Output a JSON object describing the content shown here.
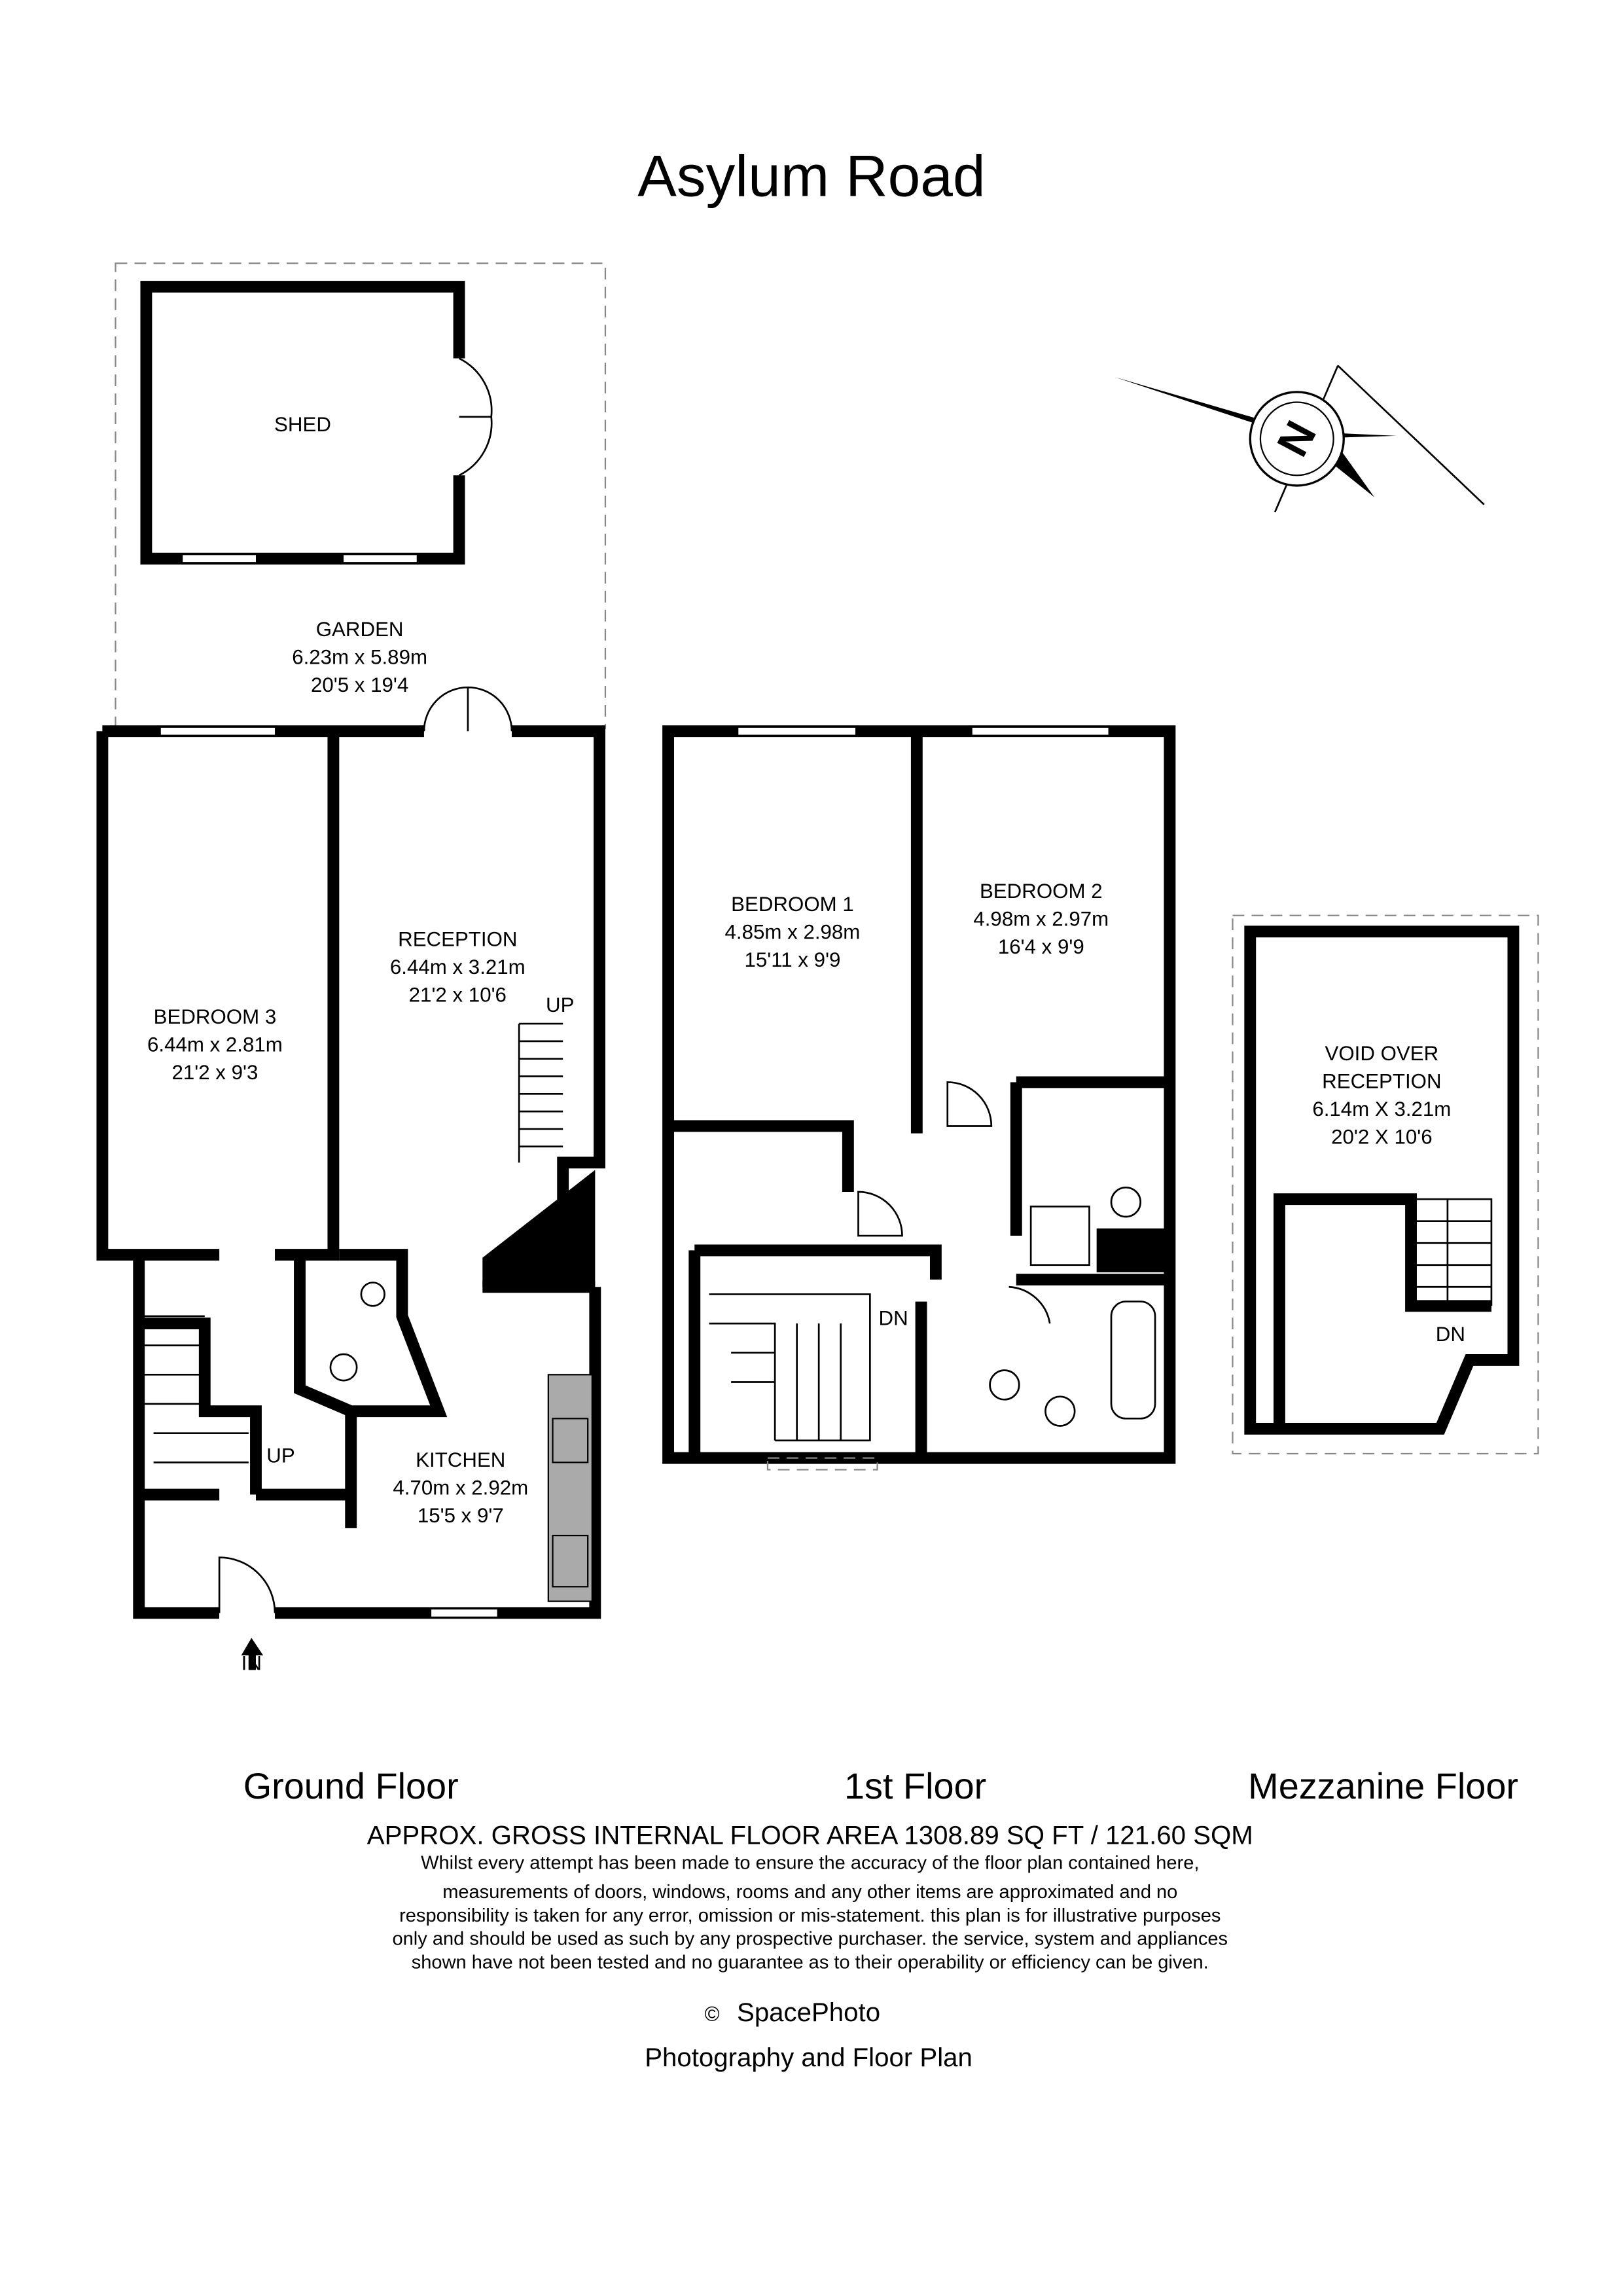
{
  "title": "Asylum Road",
  "ground_floor": {
    "label": "Ground Floor",
    "rooms": {
      "shed": {
        "name": "SHED"
      },
      "garden": {
        "name": "GARDEN",
        "metric": "6.23m x 5.89m",
        "imperial": "20'5 x 19'4"
      },
      "bedroom3": {
        "name": "BEDROOM 3",
        "metric": "6.44m x 2.81m",
        "imperial": "21'2 x 9'3"
      },
      "reception": {
        "name": "RECEPTION",
        "metric": "6.44m x 3.21m",
        "imperial": "21'2 x 10'6"
      },
      "kitchen": {
        "name": "KITCHEN",
        "metric": "4.70m x 2.92m",
        "imperial": "15'5 x 9'7"
      }
    },
    "stairs_up_reception": "UP",
    "stairs_up_hall": "UP",
    "entrance": "IN"
  },
  "first_floor": {
    "label": "1st Floor",
    "rooms": {
      "bedroom1": {
        "name": "BEDROOM 1",
        "metric": "4.85m x 2.98m",
        "imperial": "15'11 x 9'9"
      },
      "bedroom2": {
        "name": "BEDROOM 2",
        "metric": "4.98m x 2.97m",
        "imperial": "16'4 x 9'9"
      }
    },
    "stairs_down": "DN"
  },
  "mezzanine_floor": {
    "label": "Mezzanine Floor",
    "rooms": {
      "void": {
        "name_line1": "VOID OVER",
        "name_line2": "RECEPTION",
        "metric": "6.14m X 3.21m",
        "imperial": "20'2 X 10'6"
      }
    },
    "stairs_down": "DN"
  },
  "compass": {
    "letter": "N"
  },
  "footer": {
    "area": "APPROX. GROSS INTERNAL FLOOR AREA 1308.89 SQ FT / 121.60 SQM",
    "disclaimer": [
      "Whilst every attempt has been made to ensure the accuracy of the floor plan contained here,",
      "measurements of doors, windows, rooms and any other items are approximated and no",
      "responsibility is taken for any error, omission or mis-statement. this plan is for illustrative purposes",
      "only and should be used as such by any prospective purchaser. the service, system and appliances",
      "shown have not been tested and no guarantee as to their operability or efficiency can be given."
    ],
    "copyright_symbol": "©",
    "brand": "SpacePhoto",
    "tagline": "Photography and Floor Plan"
  }
}
